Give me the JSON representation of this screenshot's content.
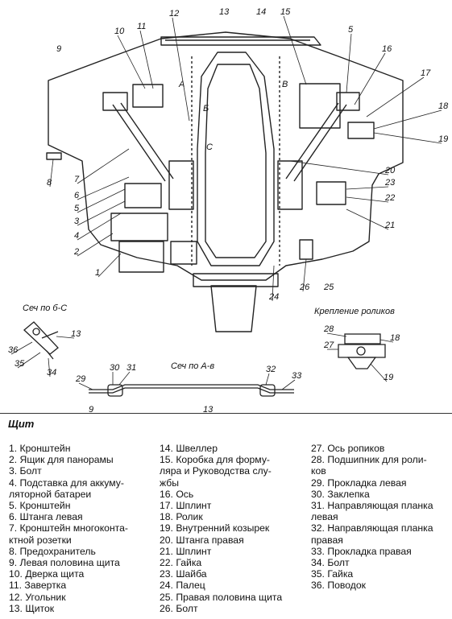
{
  "drawing": {
    "section_bc_label": "Сеч по б-С",
    "section_ab_label": "Сеч по А-в",
    "roller_mount_label": "Крепление роликов",
    "section_letters": {
      "A": "А",
      "B": "Б",
      "V": "В",
      "C": "С"
    },
    "callouts_main": [
      "1",
      "2",
      "3",
      "4",
      "5",
      "6",
      "7",
      "8",
      "9",
      "10",
      "11",
      "12",
      "13",
      "14",
      "15",
      "5",
      "16",
      "17",
      "18",
      "19",
      "20",
      "23",
      "22",
      "21",
      "24",
      "26",
      "25"
    ],
    "callouts_section_bc": [
      "36",
      "13",
      "35",
      "34"
    ],
    "callouts_section_ab": [
      "30",
      "31",
      "29",
      "9",
      "13",
      "32",
      "33"
    ],
    "callouts_roller": [
      "28",
      "18",
      "27",
      "19"
    ]
  },
  "legend": {
    "title": "Щит",
    "col1": [
      "1. Кронштейн",
      "2. Ящик для панорамы",
      "3. Болт",
      "4. Подставка для аккуму-",
      "ляторной батареи",
      "5. Кронштейн",
      "6. Штанга левая",
      "7. Кронштейн многоконта-",
      "ктной розетки",
      "8. Предохранитель",
      "9. Левая половина щита",
      "10. Дверка щита",
      "11. Завертка",
      "12. Угольник",
      "13. Щиток"
    ],
    "col2": [
      "14. Швеллер",
      "15. Коробка для форму-",
      "ляра и Руководства слу-",
      "жбы",
      "16. Ось",
      "17. Шплинт",
      "18. Ролик",
      "19. Внутренний козырек",
      "20. Штанга правая",
      "21. Шплинт",
      "22. Гайка",
      "23. Шайба",
      "24. Палец",
      "25. Правая половина щита",
      "26. Болт"
    ],
    "col3": [
      "27. Ось ропиков",
      "28. Подшипник для роли-",
      "ков",
      "29. Прокладка левая",
      "30. Заклепка",
      "31. Направляющая планка",
      "левая",
      "32. Направляющая планка",
      "правая",
      "33. Прокладка правая",
      "34. Болт",
      "35. Гайка",
      "36. Поводок"
    ]
  }
}
